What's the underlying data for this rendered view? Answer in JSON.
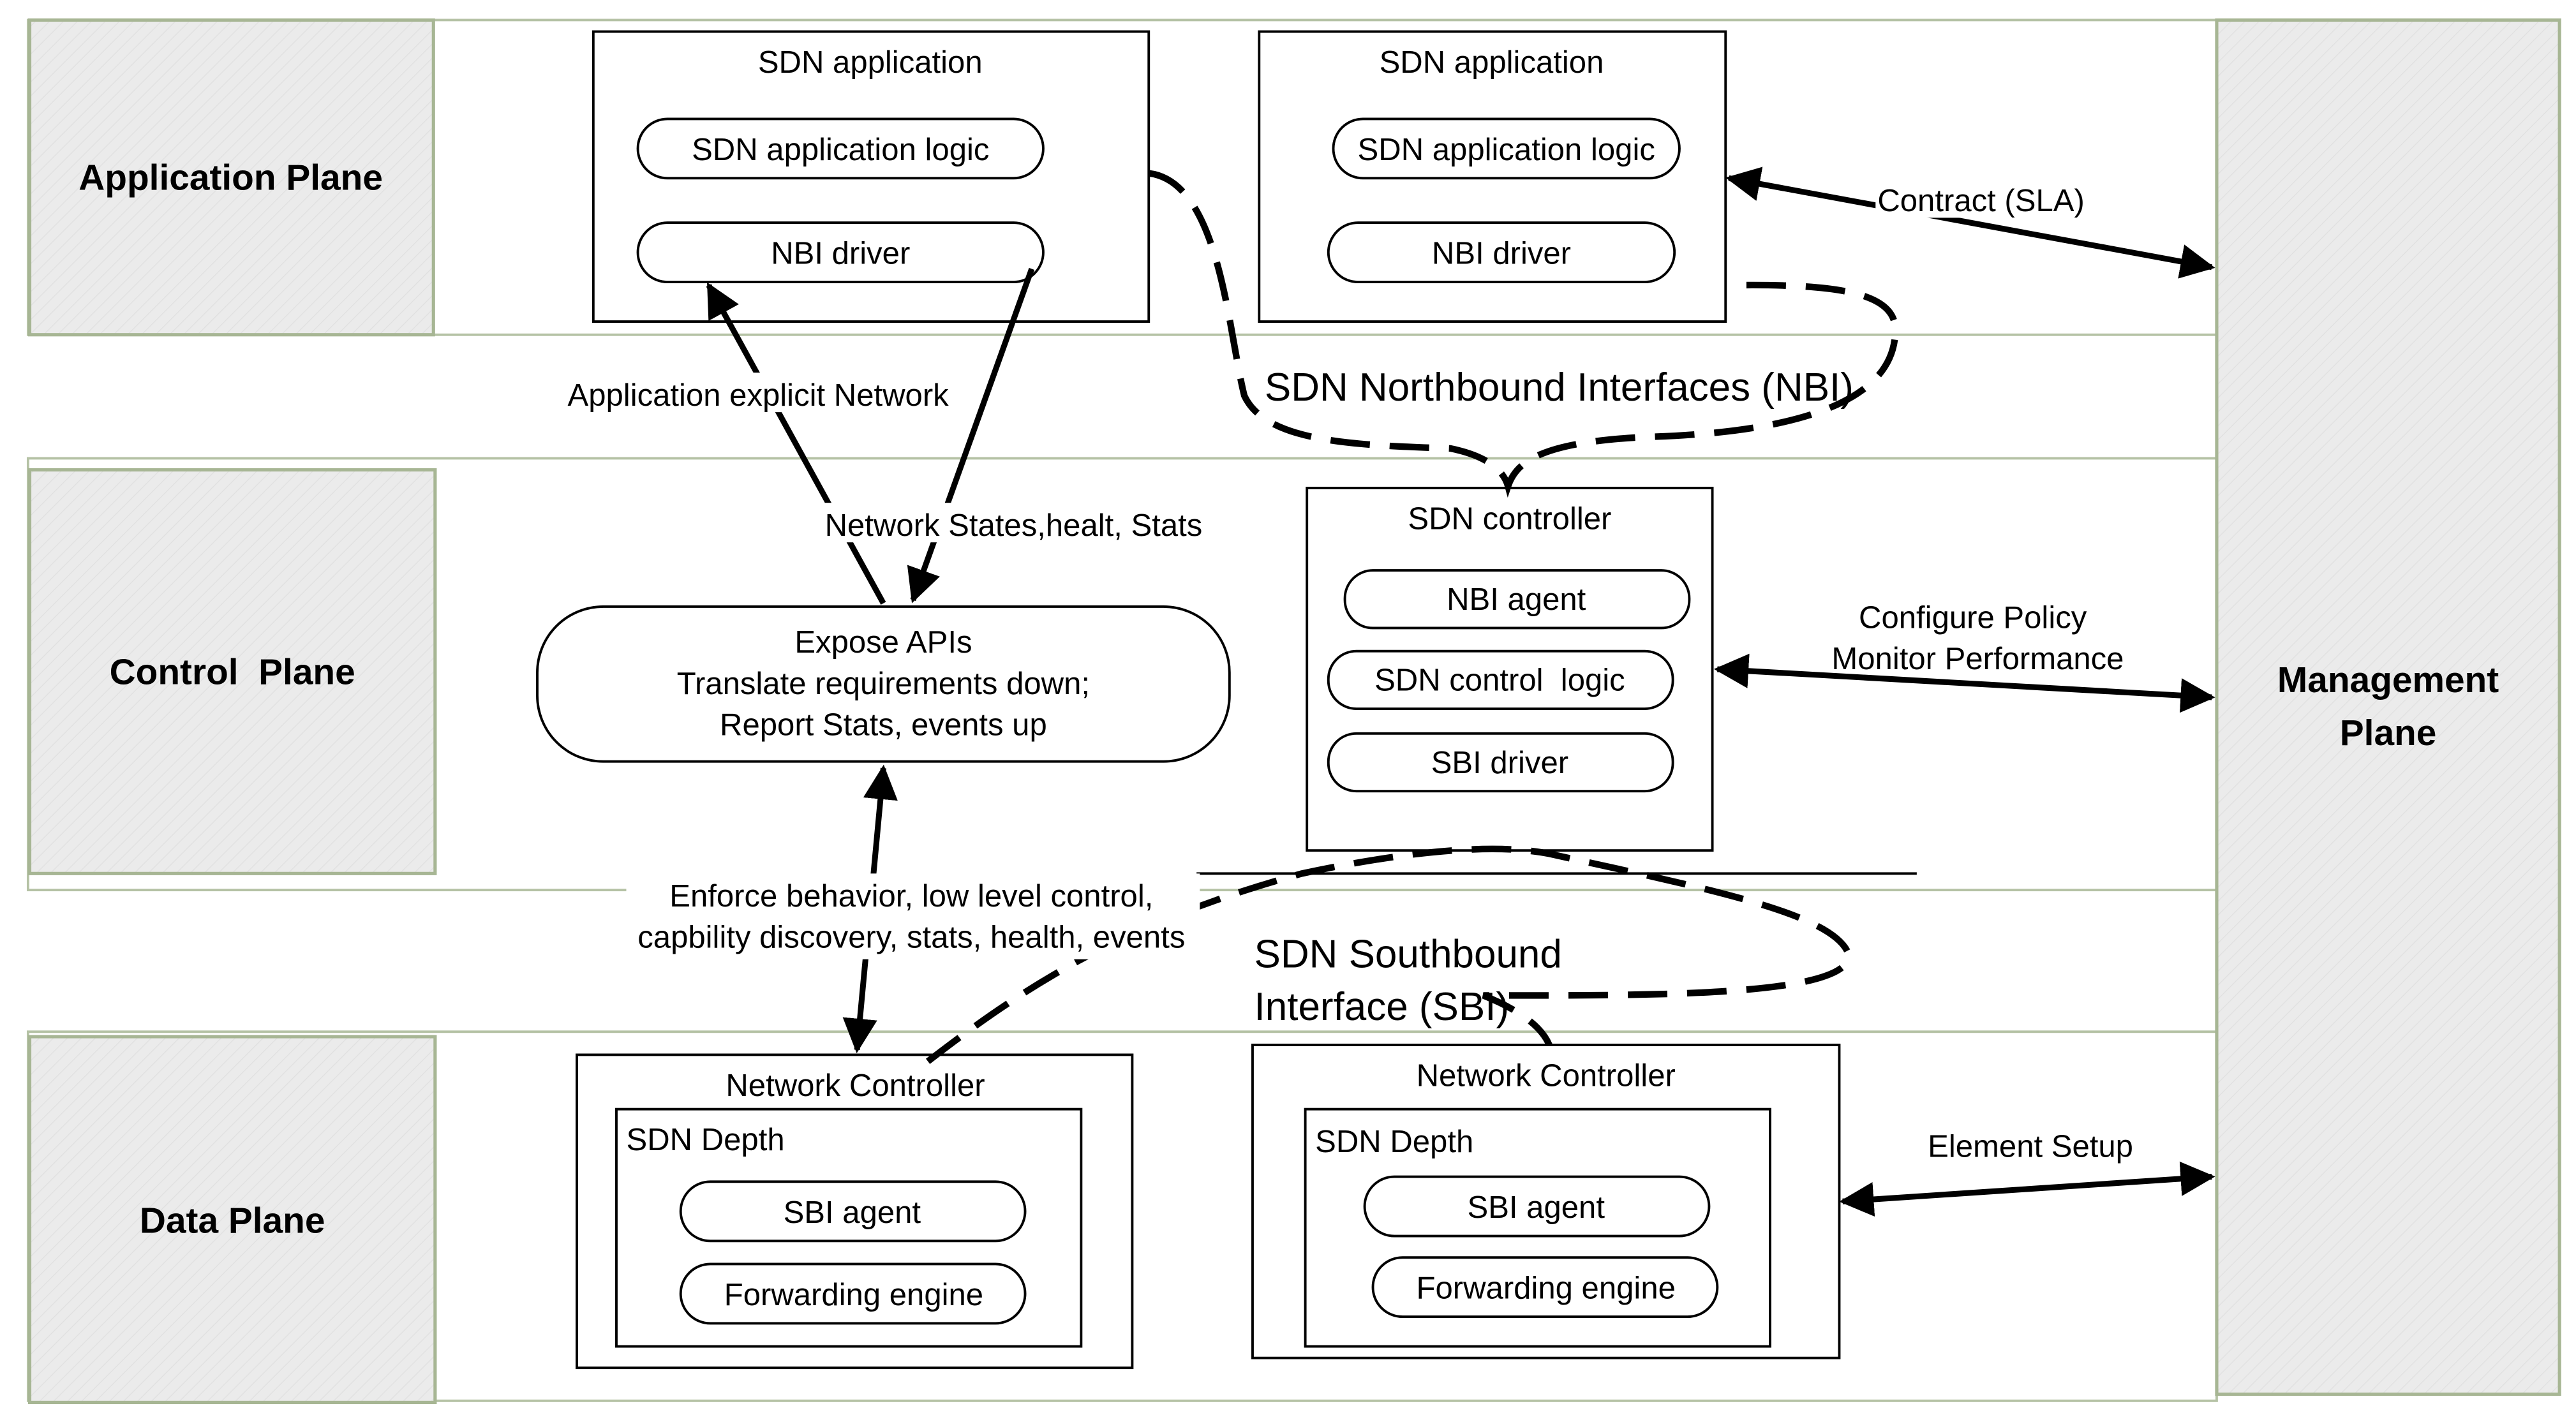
{
  "planes": {
    "application": "Application Plane",
    "control": "Control  Plane",
    "data": "Data Plane",
    "management_line1": "Management",
    "management_line2": "Plane"
  },
  "app_left": {
    "title": "SDN application",
    "logic": "SDN application logic",
    "driver": "NBI driver"
  },
  "app_right": {
    "title": "SDN application",
    "logic": "SDN application logic",
    "driver": "NBI driver"
  },
  "expose": {
    "line1": "Expose APIs",
    "line2": "Translate requirements down;",
    "line3": "Report Stats, events up"
  },
  "controller": {
    "title": "SDN controller",
    "nbi_agent": "NBI agent",
    "control_logic": "SDN control  logic",
    "sbi_driver": "SBI driver"
  },
  "nc_left": {
    "title": "Network Controller",
    "depth": "SDN Depth",
    "sbi_agent": "SBI agent",
    "engine": "Forwarding engine"
  },
  "nc_right": {
    "title": "Network Controller",
    "depth": "SDN Depth",
    "sbi_agent": "SBI agent",
    "engine": "Forwarding engine"
  },
  "labels": {
    "contract": "Contract (SLA)",
    "nbi_interface": "SDN Northbound Interfaces (NBI)",
    "app_explicit": "Application explicit Network",
    "network_states": "Network States,healt, Stats",
    "configure_policy": "Configure Policy",
    "monitor_performance": "Monitor Performance",
    "enforce_line1": "Enforce behavior, low level control,",
    "enforce_line2": "capbility discovery, stats, health, events",
    "sbi_line1": "SDN Southbound",
    "sbi_line2": "Interface (SBI)",
    "element_setup": "Element Setup"
  },
  "colors": {
    "plane_fill": "#ebebeb",
    "plane_border": "#a7b694",
    "band_line": "#b5c2a5",
    "stroke": "#000000"
  },
  "icons": {
    "arrowhead": "filled-triangle-arrowhead"
  }
}
